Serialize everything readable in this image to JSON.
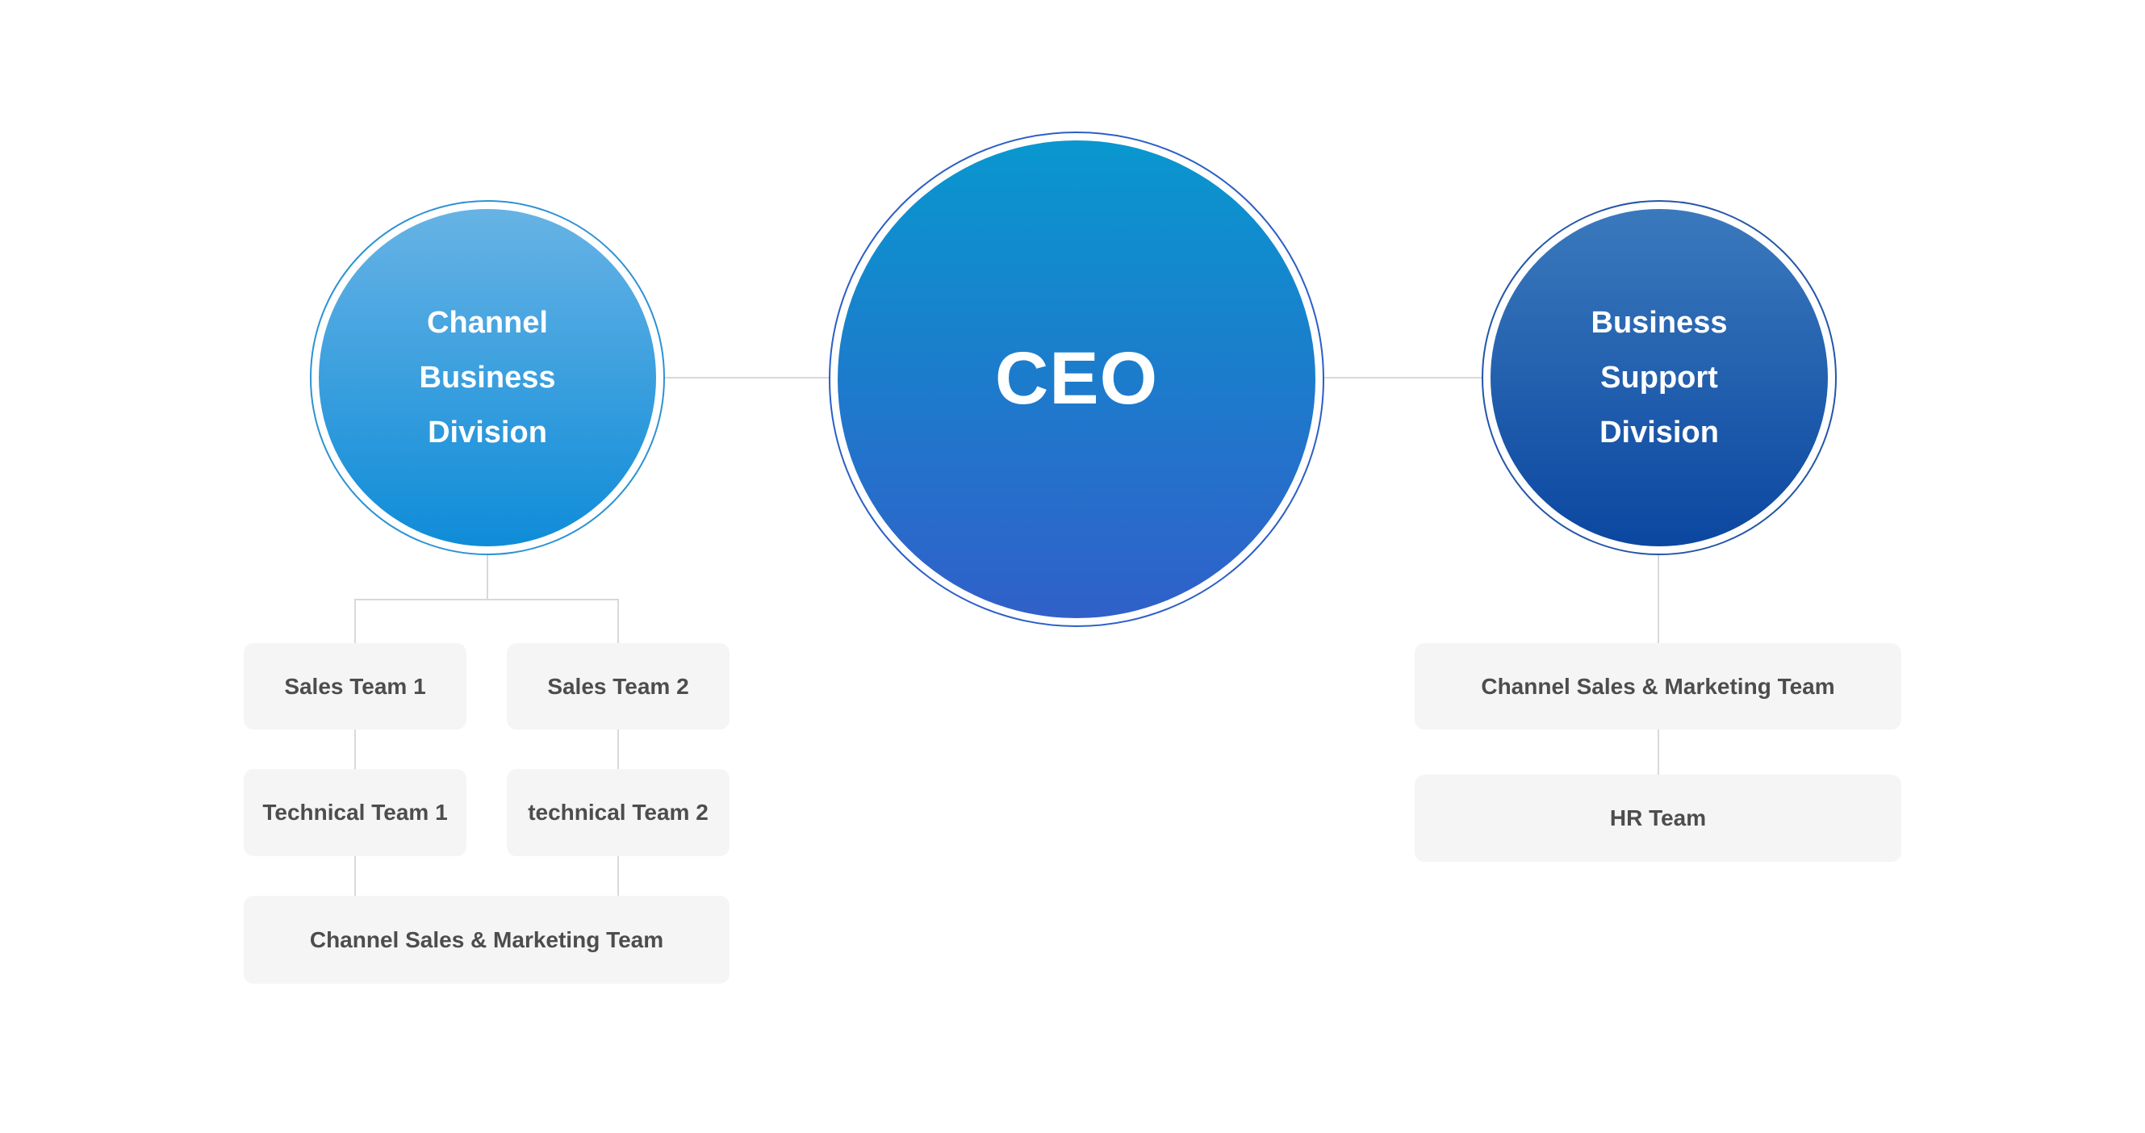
{
  "colors": {
    "background": "#FFFFFF",
    "line": "#D9D9D9",
    "box_fill": "#F5F5F6",
    "box_text": "#4D4D4D",
    "circle_text": "#FFFFFF",
    "ceo_top": "#0997CF",
    "ceo_bottom": "#3060C9",
    "ceo_ring": "#2B5FC7",
    "channel_top": "#67B3E5",
    "channel_bottom": "#0F8CD8",
    "channel_ring": "#2C92D5",
    "support_top": "#3B79BD",
    "support_bottom": "#0B47A0",
    "support_ring": "#2456A8"
  },
  "org": {
    "root": {
      "label": "CEO"
    },
    "branches": [
      {
        "division_label": "Channel\nBusiness\nDivision",
        "teams": [
          "Sales Team 1",
          "Sales Team 2",
          "Technical Team 1",
          "technical Team 2",
          "Channel Sales & Marketing Team"
        ]
      },
      {
        "division_label": "Business\nSupport\nDivision",
        "teams": [
          "Channel Sales & Marketing Team",
          "HR Team"
        ]
      }
    ]
  }
}
